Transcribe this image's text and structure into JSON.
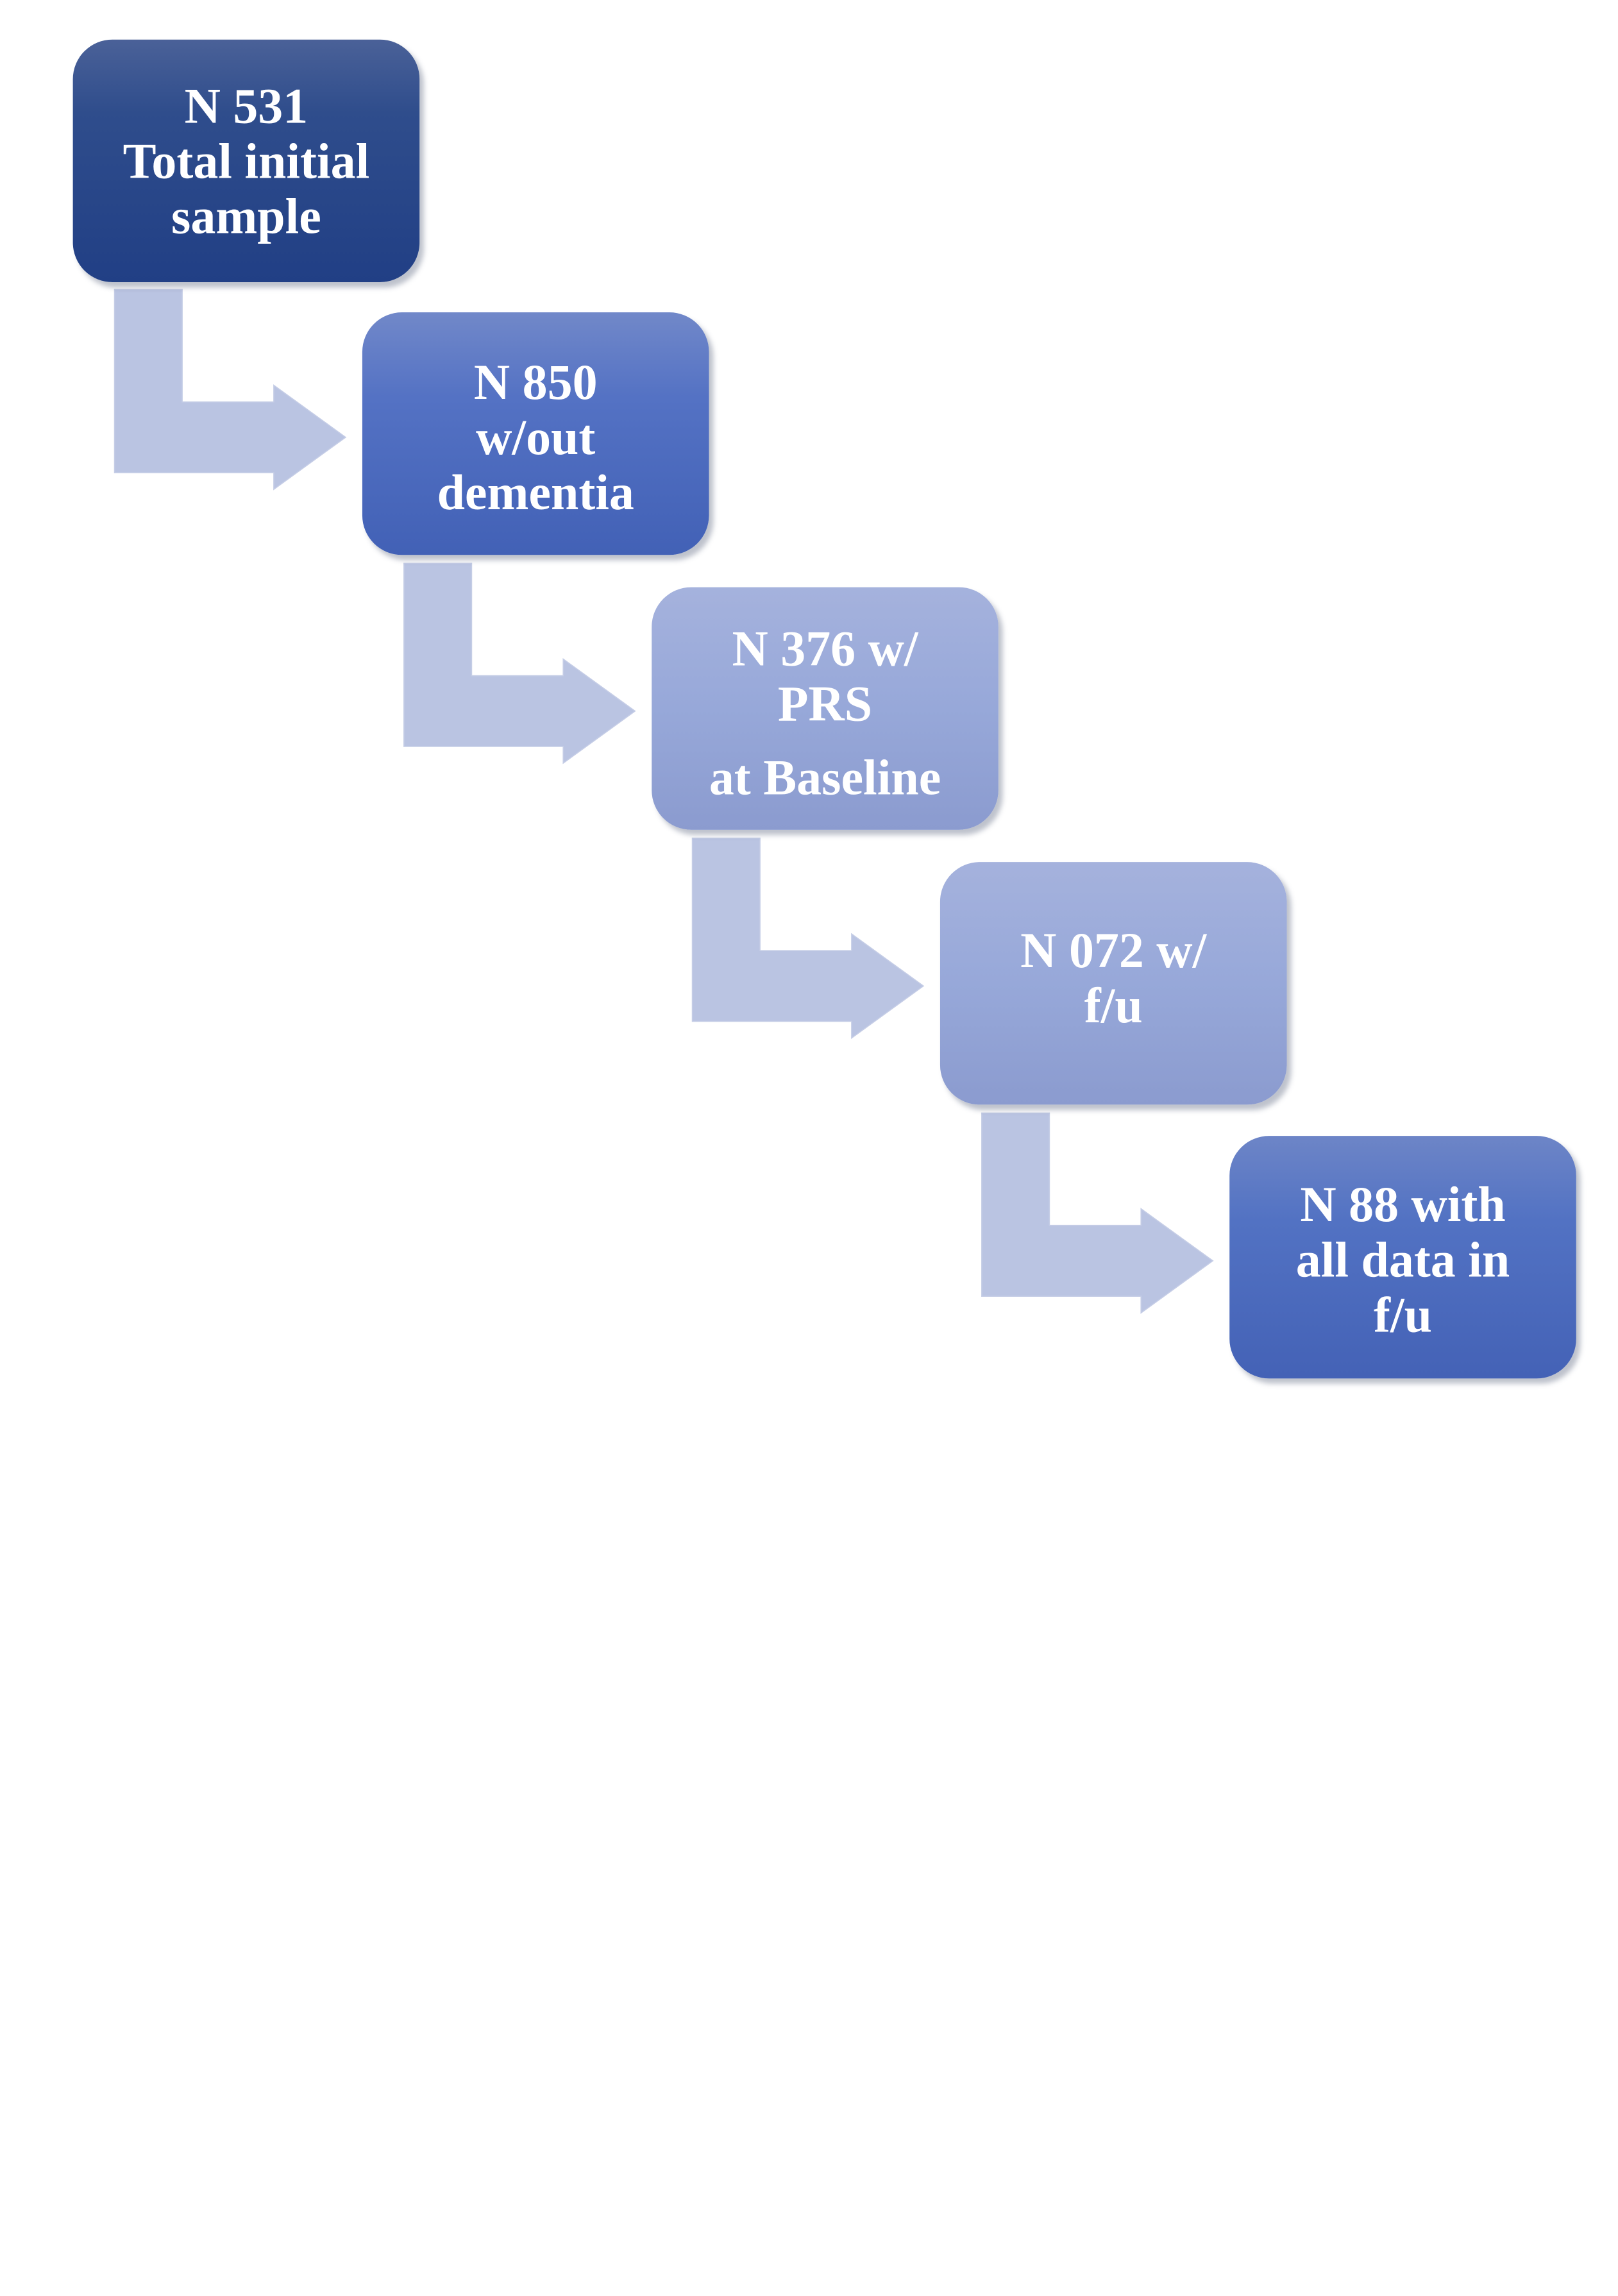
{
  "steps": [
    {
      "lines": [
        "N  531",
        "Total initial",
        "sample"
      ]
    },
    {
      "lines": [
        "N  850",
        "w/out",
        "dementia"
      ]
    },
    {
      "lines": [
        "N  376 w/",
        "PRS",
        "at Baseline"
      ]
    },
    {
      "lines": [
        "N  072 w/",
        "f/u"
      ]
    },
    {
      "lines": [
        "N  88 with",
        "all data in",
        "f/u"
      ]
    }
  ],
  "colors": {
    "arrow": "#bac4e2",
    "step_1": "#2f4d8c",
    "step_2": "#5472c4",
    "step_3": "#97a8d9",
    "step_4": "#97a8d9",
    "step_5": "#5272c3",
    "text": "#ffffff"
  }
}
